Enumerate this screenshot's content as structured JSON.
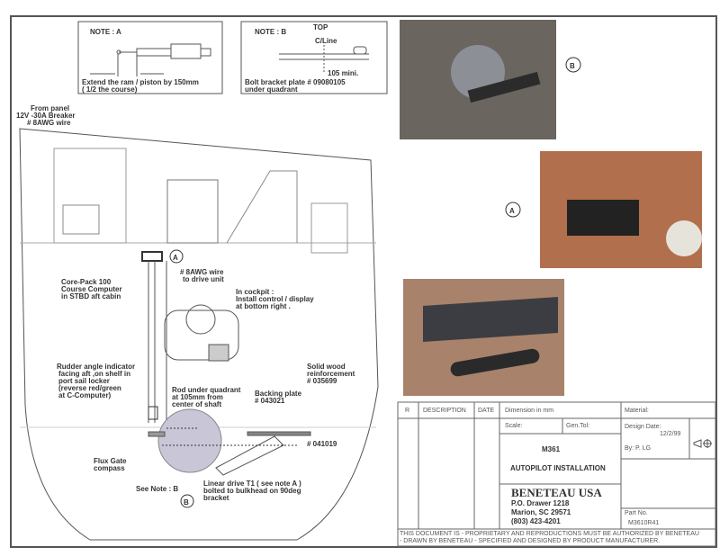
{
  "note_a": {
    "title": "NOTE : A",
    "lines": [
      "Extend the ram / piston by 150mm",
      "( 1/2 the course)"
    ]
  },
  "note_b": {
    "title": "NOTE : B",
    "top": "TOP",
    "cline": "C/Line",
    "dim": "105 mini.",
    "lines": [
      "Bolt bracket plate # 09080105",
      "under quadrant"
    ]
  },
  "labels": {
    "from_panel": [
      "From panel",
      "12V -30A Breaker",
      "# 8AWG wire"
    ],
    "core_pack": [
      "Core-Pack 100",
      "Course Computer",
      "in STBD aft cabin"
    ],
    "awg_wire": [
      "# 8AWG wire",
      "to drive unit"
    ],
    "cockpit": [
      "In cockpit :",
      "Install control / display",
      "at bottom right ."
    ],
    "rudder": [
      "Rudder angle indicator",
      "facing aft ,on shelf in",
      "port sail locker",
      "(reverse red/green",
      "at C-Computer)"
    ],
    "rod": [
      "Rod under quadrant",
      "at 105mm from",
      "center of shaft"
    ],
    "backing": [
      "Backing plate",
      "# 043021"
    ],
    "solid_wood": [
      "Solid wood",
      "reinforcement",
      "# 035699"
    ],
    "part_041019": "# 041019",
    "flux": [
      "Flux Gate",
      "compass"
    ],
    "see_note_b": "See Note : B",
    "linear": [
      "Linear drive T1 ( see note A )",
      "bolted to bulkhead on 90deg",
      "bracket"
    ],
    "marker_a": "A",
    "marker_b": "B"
  },
  "photos": {
    "marker_b": "B",
    "marker_a": "A"
  },
  "title_block": {
    "col_r": "R",
    "col_desc": "DESCRIPTION",
    "col_date": "DATE",
    "dimension": "Dimension in mm",
    "material": "Material:",
    "scale": "Scale:",
    "gen_tol": "Gen.Tol:",
    "design_date_label": "Design Date:",
    "design_date": "12/2/99",
    "by": "By:  P. LG",
    "model": "M361",
    "title": "AUTOPILOT INSTALLATION",
    "company": "BENETEAU USA",
    "address": [
      "P.O. Drawer 1218",
      "Marion, SC 29571",
      "(803) 423-4201"
    ],
    "part_no_label": "Part No.",
    "part_no": "M3610R41",
    "disclaimer": [
      "THIS DOCUMENT IS - PROPRIETARY AND REPRODUCTIONS MUST BE AUTHORIZED BY BENETEAU",
      "- DRAWN BY BENETEAU - SPECIFIED AND DESIGNED BY PRODUCT MANUFACTURER."
    ]
  }
}
